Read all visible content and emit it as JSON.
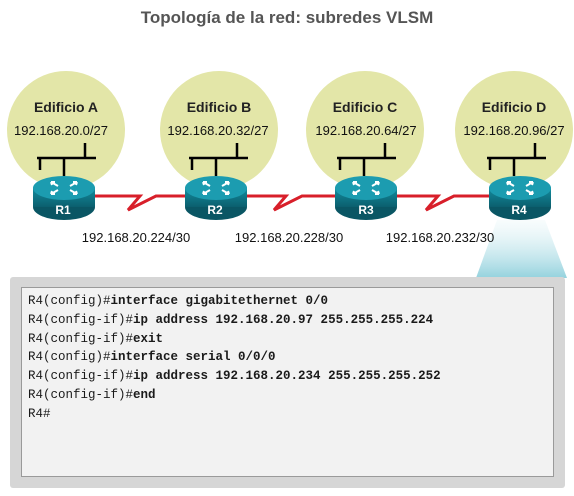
{
  "title": "Topología de la red: subredes VLSM",
  "buildings": [
    {
      "name": "Edificio A",
      "network": "192.168.20.0/27"
    },
    {
      "name": "Edificio B",
      "network": "192.168.20.32/27"
    },
    {
      "name": "Edificio C",
      "network": "192.168.20.64/27"
    },
    {
      "name": "Edificio D",
      "network": "192.168.20.96/27"
    }
  ],
  "routers": [
    {
      "label": "R1"
    },
    {
      "label": "R2"
    },
    {
      "label": "R3"
    },
    {
      "label": "R4"
    }
  ],
  "links": [
    {
      "label": "192.168.20.224/30"
    },
    {
      "label": "192.168.20.228/30"
    },
    {
      "label": "192.168.20.232/30"
    }
  ],
  "cli": [
    {
      "prompt": "R4(config)#",
      "command": "interface gigabitethernet 0/0"
    },
    {
      "prompt": "R4(config-if)#",
      "command": "ip address 192.168.20.97 255.255.255.224"
    },
    {
      "prompt": "R4(config-if)#",
      "command": "exit"
    },
    {
      "prompt": "R4(config)#",
      "command": "interface serial 0/0/0"
    },
    {
      "prompt": "R4(config-if)#",
      "command": "ip address 192.168.20.234 255.255.255.252"
    },
    {
      "prompt": "R4(config-if)#",
      "command": "end"
    },
    {
      "prompt": "R4#",
      "command": ""
    }
  ],
  "colors": {
    "building_fill": "#e3e6a8",
    "router_body": "#0f7a8c",
    "serial_link": "#d81f2a",
    "highlight": "#bfe4ea"
  },
  "icons": {
    "router": "router-icon",
    "lan_switch": "lan-segment-icon",
    "serial_link": "serial-lightning-icon"
  }
}
